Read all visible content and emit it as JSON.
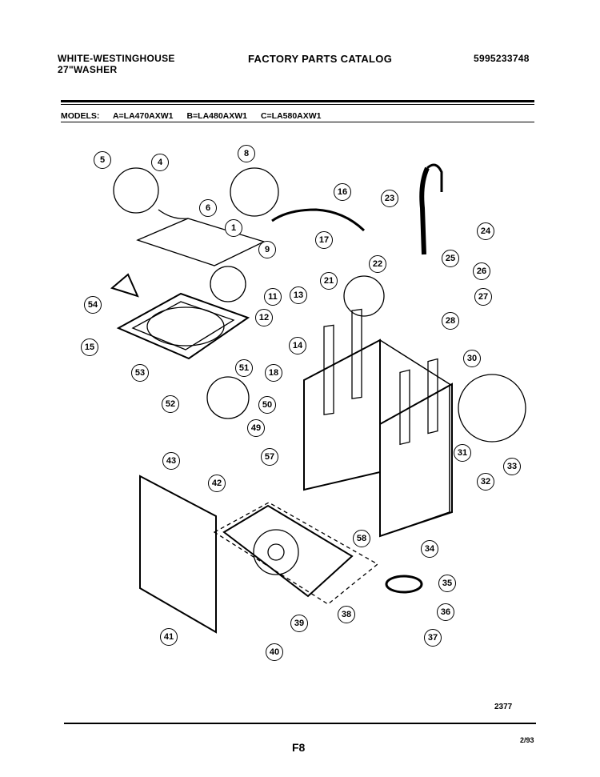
{
  "header": {
    "brand_line1": "WHITE-WESTINGHOUSE",
    "brand_line2": "27\"WASHER",
    "catalog_title": "FACTORY PARTS CATALOG",
    "doc_number": "5995233748"
  },
  "models": {
    "label": "MODELS:",
    "a": "A=LA470AXW1",
    "b": "B=LA480AXW1",
    "c": "C=LA580AXW1"
  },
  "callouts": [
    {
      "n": "5"
    },
    {
      "n": "4"
    },
    {
      "n": "8"
    },
    {
      "n": "16"
    },
    {
      "n": "23"
    },
    {
      "n": "6"
    },
    {
      "n": "1"
    },
    {
      "n": "24"
    },
    {
      "n": "17"
    },
    {
      "n": "9"
    },
    {
      "n": "25"
    },
    {
      "n": "22"
    },
    {
      "n": "26"
    },
    {
      "n": "21"
    },
    {
      "n": "54"
    },
    {
      "n": "11"
    },
    {
      "n": "13"
    },
    {
      "n": "27"
    },
    {
      "n": "12"
    },
    {
      "n": "28"
    },
    {
      "n": "15"
    },
    {
      "n": "14"
    },
    {
      "n": "30"
    },
    {
      "n": "51"
    },
    {
      "n": "18"
    },
    {
      "n": "53"
    },
    {
      "n": "52"
    },
    {
      "n": "50"
    },
    {
      "n": "31"
    },
    {
      "n": "33"
    },
    {
      "n": "49"
    },
    {
      "n": "57"
    },
    {
      "n": "32"
    },
    {
      "n": "43"
    },
    {
      "n": "42"
    },
    {
      "n": "58"
    },
    {
      "n": "34"
    },
    {
      "n": "35"
    },
    {
      "n": "36"
    },
    {
      "n": "39"
    },
    {
      "n": "38"
    },
    {
      "n": "41"
    },
    {
      "n": "37"
    },
    {
      "n": "40"
    }
  ],
  "footer": {
    "drawing_code": "2377",
    "page": "F8",
    "date": "2/93"
  }
}
